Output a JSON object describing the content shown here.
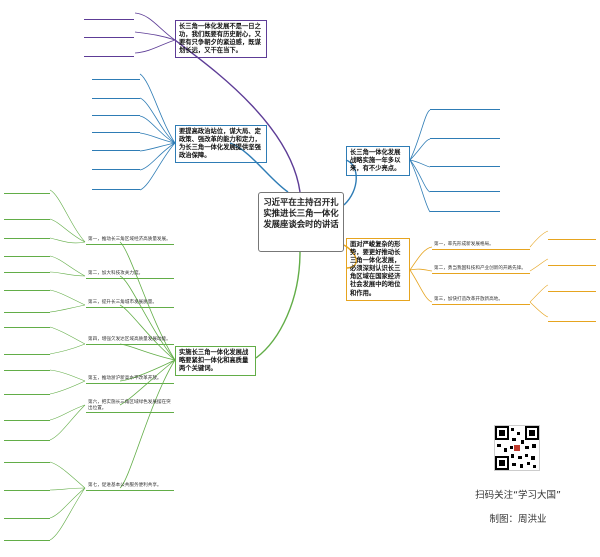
{
  "center": {
    "title": "习近平在主持召开扎实推进长三角一体化发展座谈会时的讲话"
  },
  "branches": {
    "top": {
      "text": "长三角一体化发展不是一日之功，我们既要有历史耐心，又要有只争朝夕的紧迫感，既谋划长远，又干在当下。"
    },
    "mid": {
      "text": "要提高政治站位，谋大局、定政策、强改革的能力和定力，为长三角一体化发展提供坚强政治保障。"
    },
    "right1": {
      "text": "长三角一体化发展战略实施一年多以来，有不少亮点。"
    },
    "right2": {
      "text": "面对严峻复杂的形势，要更好推动长三角一体化发展，必须深刻认识长三角区域在国家经济社会发展中的地位和作用。"
    },
    "bottom": {
      "text": "实施长三角一体化发展战略要紧扣一体化和高质量两个关键词。"
    }
  },
  "right2_subs": [
    {
      "text": "第一，率先形成新发展格局。"
    },
    {
      "text": "第二，勇当我国科技和产业创新的开路先锋。"
    },
    {
      "text": "第三，加快打造改革开放新高地。"
    }
  ],
  "bottom_subs": [
    {
      "text": "第一，推动长三角区域经济高质量发展。"
    },
    {
      "text": "第二，加大科技攻关力度。"
    },
    {
      "text": "第三，提升长三角城市发展质量。"
    },
    {
      "text": "第四，增强欠发达区域高质量发展动能。"
    },
    {
      "text": "第五，推动浙沪新高水平改革开放。"
    },
    {
      "text": "第六，把实施长三角区域绿色发展摆在突出位置。"
    },
    {
      "text": "第七，促进基本公共服务便利共享。"
    }
  ],
  "footer": {
    "scan_label": "扫码关注“学习大国”",
    "credit": "制图：周洪业"
  },
  "colors": {
    "purple": "#5d3c96",
    "blue": "#2e7cb5",
    "orange": "#e6a41f",
    "green": "#62ad47"
  }
}
